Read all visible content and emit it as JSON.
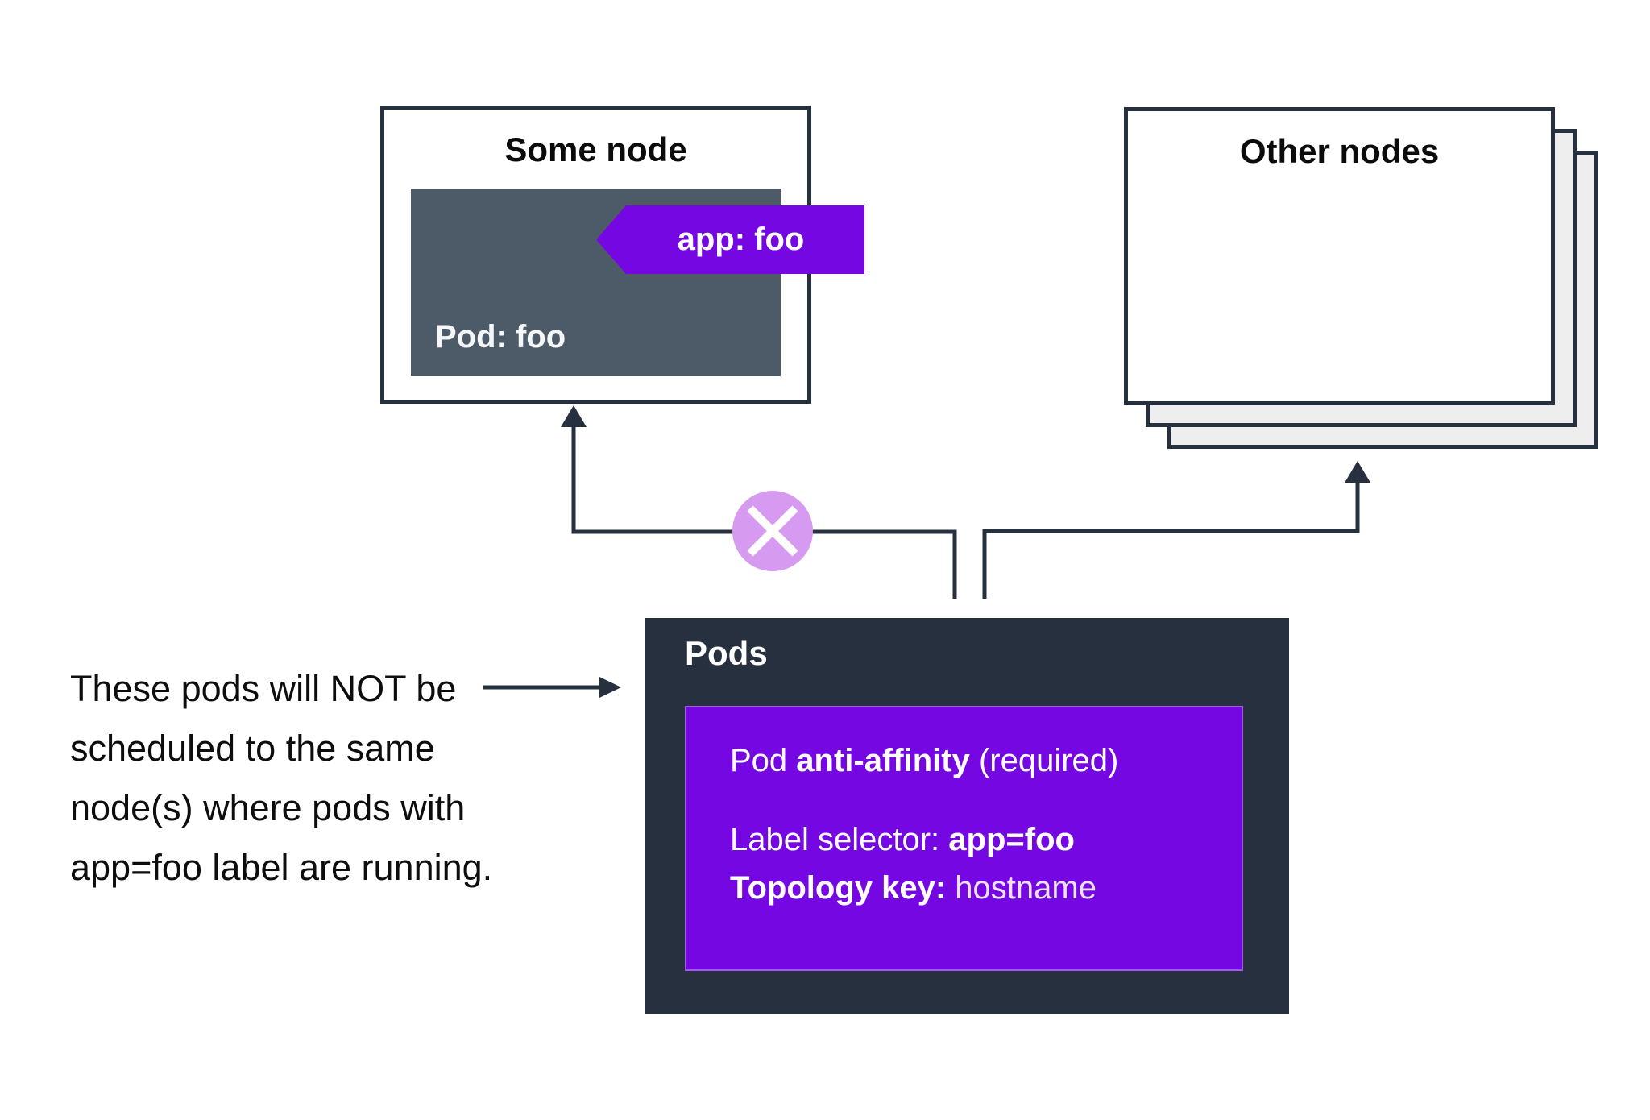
{
  "colors": {
    "navy": "#27303e",
    "slate_gray": "#4d5b68",
    "purple": "#7508e2",
    "pink_circle": "#d69af0",
    "stack_gray": "#eeeeee",
    "white": "#ffffff",
    "text_black": "#0d0d0d"
  },
  "some_node": {
    "title": "Some node",
    "pod_label": "Pod: foo",
    "tag_label": "app: foo"
  },
  "other_nodes": {
    "title": "Other nodes"
  },
  "note": {
    "lines": [
      "These pods will NOT be",
      "scheduled to the same",
      "node(s) where pods with",
      "app=foo label are running."
    ]
  },
  "pods": {
    "title": "Pods",
    "anti_affinity": {
      "prefix": "Pod ",
      "bold": "anti-affinity",
      "suffix": " (required)"
    },
    "label_selector": {
      "label": "Label selector: ",
      "value": "app=foo"
    },
    "topology_key": {
      "label": "Topology key: ",
      "value": "hostname"
    }
  }
}
